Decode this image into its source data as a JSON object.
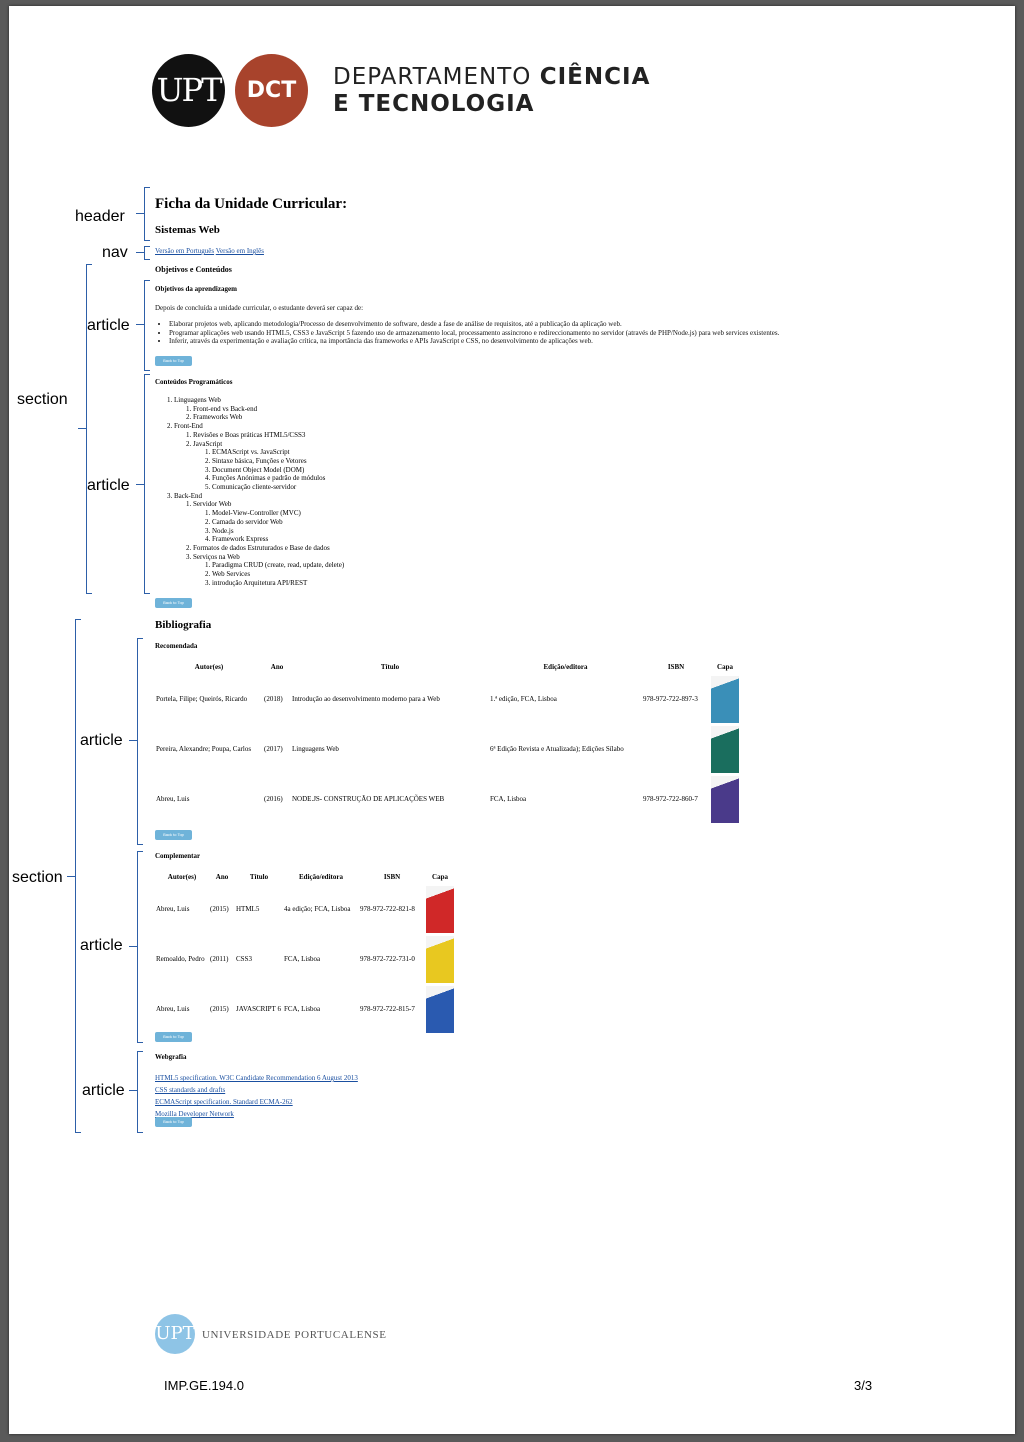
{
  "logos": {
    "upt": "UPT",
    "dct": "DCT",
    "dept_line1a": "DEPARTAMENTO ",
    "dept_line1b": "CIÊNCIA",
    "dept_line2": "E TECNOLOGIA"
  },
  "annotations": {
    "header": "header",
    "nav": "nav",
    "section1": "section",
    "article1": "article",
    "article2": "article",
    "section2": "section",
    "article3": "article",
    "article4": "article",
    "article5": "article"
  },
  "header": {
    "title": "Ficha da Unidade Curricular:",
    "subtitle": "Sistemas Web"
  },
  "nav": {
    "pt": "Versão em Português",
    "en": "Versão em Inglês"
  },
  "objectives": {
    "title": "Objetivos e Conteúdos",
    "learning_title": "Objetivos da aprendizagem",
    "intro": "Depois de concluída a unidade curricular, o estudante deverá ser capaz de:",
    "items": [
      "Elaborar projetos web, aplicando metodologia/Processo de desenvolvimento de software, desde a fase de análise de requisitos, até a publicação da aplicação web.",
      "Programar aplicações web usando HTML5, CSS3 e JavaScript 5 fazendo uso de armazenamento local, processamento assincrono e redireccionamento no servidor (através de PHP/Node.js) para web services existentes.",
      "Inferir, através da experimentação e avaliação crítica, na importância das frameworks e APIs JavaScript e CSS, no desenvolvimento de aplicações web."
    ],
    "back_to_top": "Back to Top"
  },
  "contents": {
    "title": "Conteúdos Programáticos",
    "l1": "Linguagens Web",
    "l1a": "Front-end vs Back-end",
    "l1b": "Frameworks Web",
    "l2": "Front-End",
    "l2a": "Revisões e Boas práticas HTML5/CSS3",
    "l2b": "JavaScript",
    "l2b1": "ECMAScript vs. JavaScript",
    "l2b2": "Sintaxe básica, Funções e Vetores",
    "l2b3": "Document Object Model (DOM)",
    "l2b4": "Funções Anónimas e padrão de módulos",
    "l2b5": "Comunicação cliente-servidor",
    "l3": "Back-End",
    "l3a": "Servidor Web",
    "l3a1": "Model-View-Controller (MVC)",
    "l3a2": "Camada do servidor Web",
    "l3a3": "Node.js",
    "l3a4": "Framework Express",
    "l3b": "Formatos de dados Estruturados e Base de dados",
    "l3c": "Serviços na Web",
    "l3c1": "Paradigma CRUD (create, read, update, delete)",
    "l3c2": "Web Services",
    "l3c3": "introdução Arquitetura API/REST",
    "back_to_top": "Back to Top"
  },
  "bibliography": {
    "title": "Bibliografia",
    "recommended": {
      "title": "Recomendada",
      "headers": {
        "author": "Autor(es)",
        "year": "Ano",
        "title": "Título",
        "edition": "Edição/editora",
        "isbn": "ISBN",
        "cover": "Capa"
      },
      "rows": [
        {
          "author": "Portela, Filipe; Queirós, Ricardo",
          "year": "(2018)",
          "title": "Introdução ao desenvolvimento moderno para a Web",
          "edition": "1.ª edição, FCA, Lisboa",
          "isbn": "978-972-722-897-3",
          "cover_color": "#3a8fb8"
        },
        {
          "author": "Pereira, Alexandre; Poupa, Carlos",
          "year": "(2017)",
          "title": "Linguagens Web",
          "edition": "6ª Edição Revista e Atualizada); Edições Sílabo",
          "isbn": "",
          "cover_color": "#1a6e5e"
        },
        {
          "author": "Abreu, Luis",
          "year": "(2016)",
          "title": "NODE.JS- CONSTRUÇÃO DE APLICAÇÕES WEB",
          "edition": "FCA, Lisboa",
          "isbn": "978-972-722-860-7",
          "cover_color": "#4a3a8a"
        }
      ],
      "back_to_top": "Back to Top"
    },
    "complementary": {
      "title": "Complementar",
      "headers": {
        "author": "Autor(es)",
        "year": "Ano",
        "title": "Título",
        "edition": "Edição/editora",
        "isbn": "ISBN",
        "cover": "Capa"
      },
      "rows": [
        {
          "author": "Abreu, Luis",
          "year": "(2015)",
          "title": "HTML5",
          "edition": "4a edição; FCA, Lisboa",
          "isbn": "978-972-722-821-8",
          "cover_color": "#d02828"
        },
        {
          "author": "Remoaldo, Pedro",
          "year": "(2011)",
          "title": "CSS3",
          "edition": "FCA, Lisboa",
          "isbn": "978-972-722-731-0",
          "cover_color": "#e8c820"
        },
        {
          "author": "Abreu, Luis",
          "year": "(2015)",
          "title": "JAVASCRIPT 6",
          "edition": "FCA, Lisboa",
          "isbn": "978-972-722-815-7",
          "cover_color": "#2a5ab0"
        }
      ],
      "back_to_top": "Back to Top"
    },
    "webography": {
      "title": "Webgrafia",
      "links": [
        "HTML5 specification. W3C Candidate Recommendation 6 August 2013",
        "CSS standards and drafts",
        "ECMAScript specification. Standard ECMA-262",
        "Mozilla Developer Network"
      ],
      "back_to_top": "Back to Top"
    }
  },
  "footer": {
    "logo": "UPT",
    "name": "UNIVERSIDADE PORTUCALENSE",
    "code": "IMP.GE.194.0",
    "page": "3/3"
  }
}
